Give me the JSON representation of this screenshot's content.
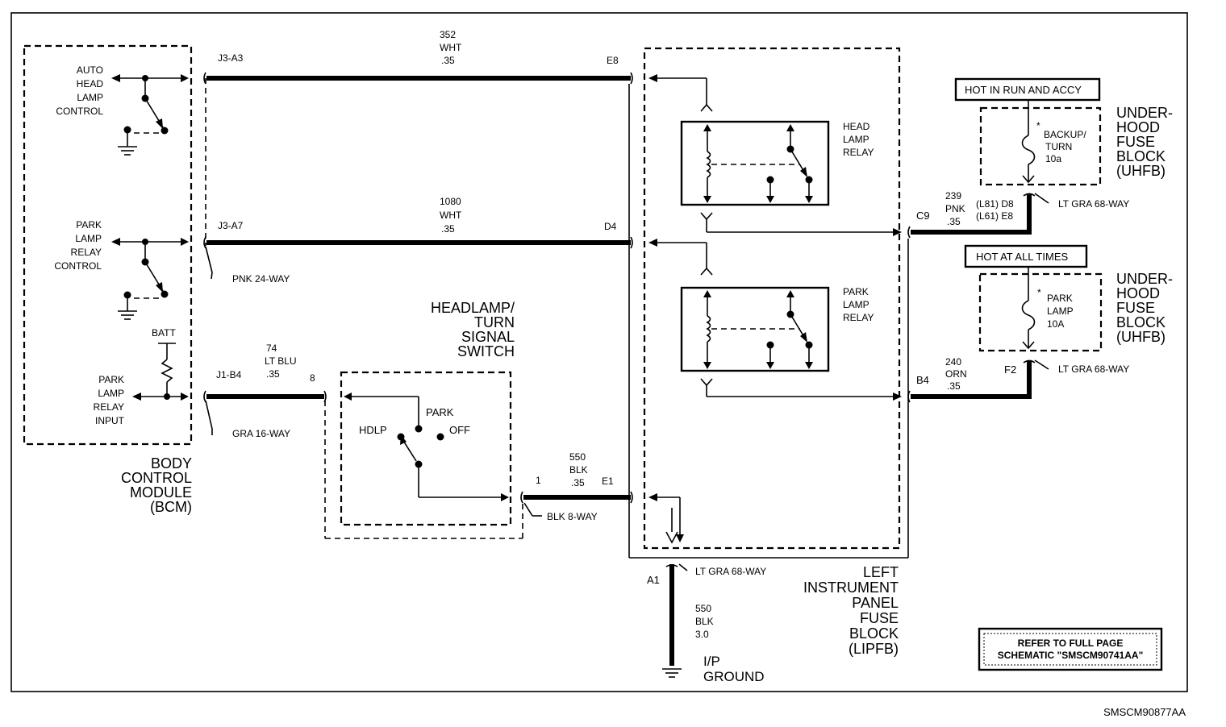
{
  "footer_code": "SMSCM90877AA",
  "refer_box": {
    "line1": "REFER TO FULL PAGE",
    "line2": "SCHEMATIC \"SMSCM90741AA\""
  },
  "bcm": {
    "name_lines": [
      "BODY",
      "CONTROL",
      "MODULE",
      "(BCM)"
    ],
    "auto_lines": [
      "AUTO",
      "HEAD",
      "LAMP",
      "CONTROL"
    ],
    "park_relay_control_lines": [
      "PARK",
      "LAMP",
      "RELAY",
      "CONTROL"
    ],
    "park_relay_input_lines": [
      "PARK",
      "LAMP",
      "RELAY",
      "INPUT"
    ],
    "batt": "BATT",
    "conn_pnk": "PNK 24-WAY",
    "conn_gra": "GRA 16-WAY"
  },
  "circuits": {
    "c352": {
      "num": "352",
      "color": "WHT",
      "size": ".35",
      "from_pin": "J3-A3",
      "to_pin": "E8"
    },
    "c1080": {
      "num": "1080",
      "color": "WHT",
      "size": ".35",
      "from_pin": "J3-A7",
      "to_pin": "D4"
    },
    "c74": {
      "num": "74",
      "color": "LT BLU",
      "size": ".35",
      "from_pin": "J1-B4",
      "to_pin": "8"
    },
    "c550a": {
      "num": "550",
      "color": "BLK",
      "size": ".35",
      "from_pin": "1",
      "to_pin": "E1"
    },
    "c239": {
      "num": "239",
      "color": "PNK",
      "size": ".35",
      "pin": "C9",
      "alt1": "(L81) D8",
      "alt2": "(L61) E8"
    },
    "c240": {
      "num": "240",
      "color": "ORN",
      "size": ".35",
      "pin": "B4",
      "pin2": "F2"
    },
    "c550b": {
      "num": "550",
      "color": "BLK",
      "size": "3.0",
      "pin": "A1"
    }
  },
  "switch": {
    "title_lines": [
      "HEADLAMP/",
      "TURN",
      "SIGNAL",
      "SWITCH"
    ],
    "park": "PARK",
    "off": "OFF",
    "hdlp": "HDLP",
    "conn": "BLK 8-WAY"
  },
  "lipfb": {
    "name_lines": [
      "LEFT",
      "INSTRUMENT",
      "PANEL",
      "FUSE",
      "BLOCK",
      "(LIPFB)"
    ],
    "head_relay_lines": [
      "HEAD",
      "LAMP",
      "RELAY"
    ],
    "park_relay_lines": [
      "PARK",
      "LAMP",
      "RELAY"
    ],
    "conn": "LT GRA 68-WAY"
  },
  "uhfb1": {
    "hot_label": "HOT IN RUN AND ACCY",
    "fuse_lines": [
      "BACKUP/",
      "TURN",
      "10a"
    ],
    "name_lines": [
      "UNDER-",
      "HOOD",
      "FUSE",
      "BLOCK",
      "(UHFB)"
    ],
    "conn": "LT GRA 68-WAY"
  },
  "uhfb2": {
    "hot_label": "HOT AT ALL TIMES",
    "fuse_lines": [
      "PARK",
      "LAMP",
      "10A"
    ],
    "name_lines": [
      "UNDER-",
      "HOOD",
      "FUSE",
      "BLOCK",
      "(UHFB)"
    ],
    "conn": "LT GRA 68-WAY"
  },
  "ground": {
    "lines": [
      "I/P",
      "GROUND"
    ]
  }
}
